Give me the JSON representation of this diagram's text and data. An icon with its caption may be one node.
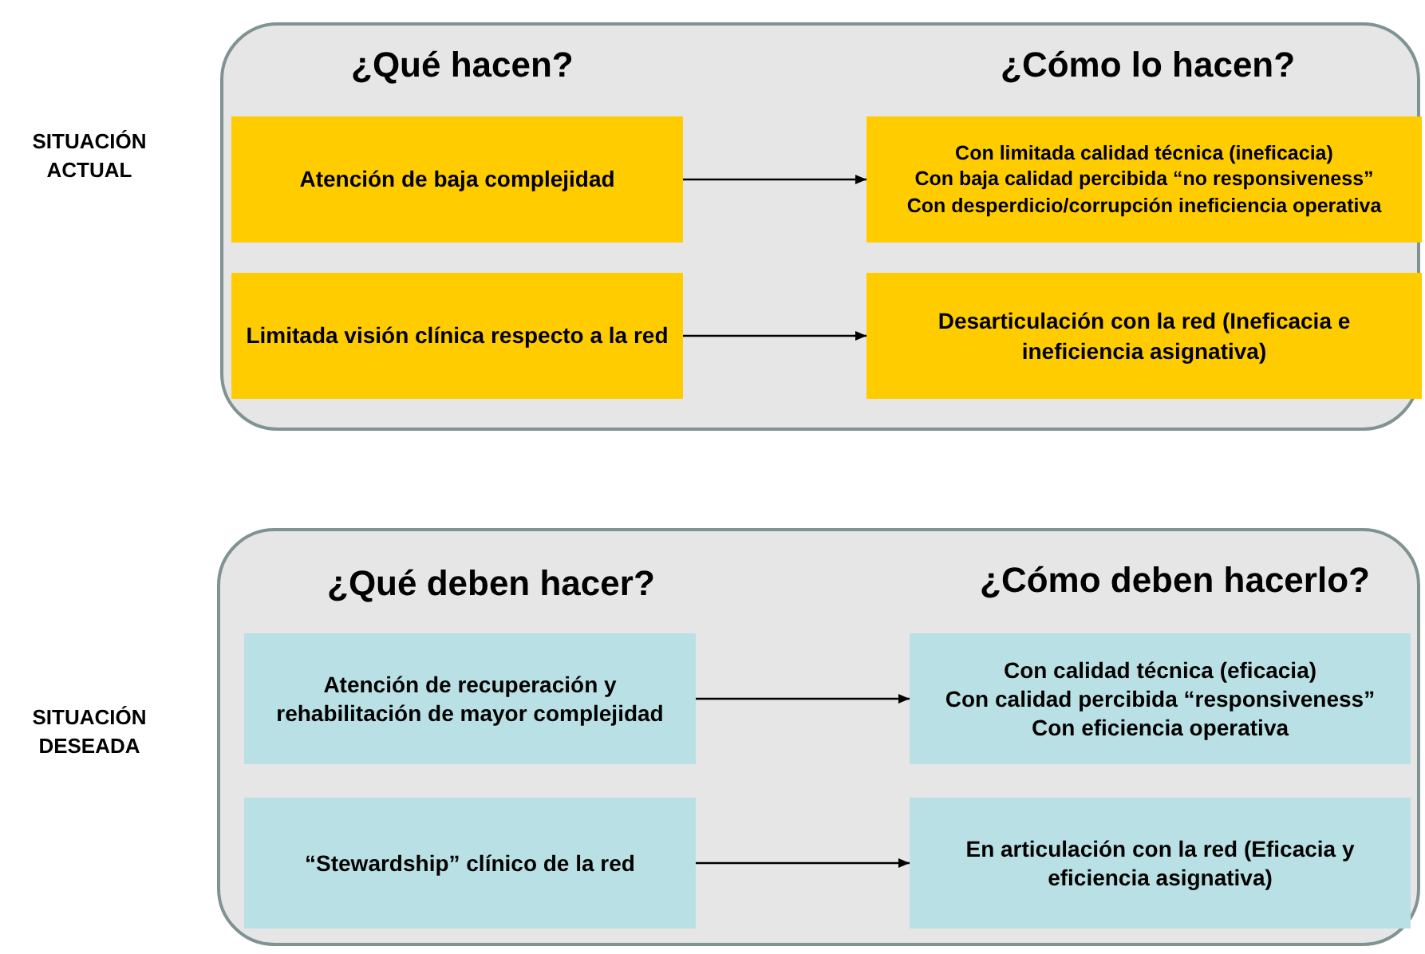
{
  "diagram": {
    "nodes": [
      {
        "text": [
          "¿Qué hacen?",
          "¿Cómo lo hacen?"
        ],
        "beside": [
          "SITUACIÓN ACTUAL"
        ]
      },
      {
        "text": [
          "Atención de baja complejidad"
        ],
        "in": 0
      },
      {
        "text": [
          "Con limitada calidad técnica (ineficacia)",
          "Con baja calidad percibida “no responsiveness”",
          "Con desperdicio/corrupción ineficiencia operativa"
        ],
        "in": 0
      },
      {
        "text": [
          "Limitada visión clínica respecto a la red"
        ],
        "in": 0
      },
      {
        "text": [
          "Desarticulación con la red (Ineficacia e ineficiencia asignativa)"
        ],
        "in": 0
      },
      {
        "text": [
          "¿Qué deben hacer?",
          "¿Cómo deben hacerlo?"
        ],
        "beside": [
          "SITUACIÓN DESEADA"
        ]
      },
      {
        "text": [
          "Atención de recuperación y rehabilitación de mayor complejidad"
        ],
        "in": 5
      },
      {
        "text": [
          "Con calidad técnica (eficacia)",
          "Con calidad percibida “responsiveness”",
          "Con eficiencia operativa"
        ],
        "in": 5
      },
      {
        "text": [
          "“Stewardship” clínico de la red"
        ],
        "in": 5
      },
      {
        "text": [
          "En articulación con la red (Eficacia y eficiencia asignativa)"
        ],
        "in": 5
      }
    ],
    "edges": [
      {
        "from": 1,
        "to": 2,
        "arrow": "to"
      },
      {
        "from": 3,
        "to": 4,
        "arrow": "to"
      },
      {
        "from": 6,
        "to": 7,
        "arrow": "to"
      },
      {
        "from": 8,
        "to": 9,
        "arrow": "to"
      }
    ]
  }
}
